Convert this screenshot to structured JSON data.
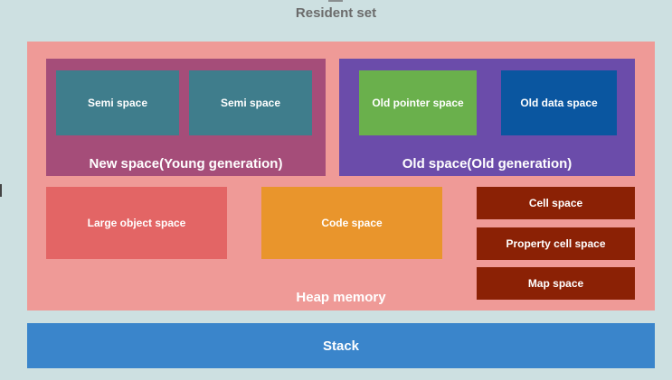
{
  "resident_set": {
    "label": "Resident set"
  },
  "heap": {
    "label": "Heap memory",
    "new_space": {
      "label": "New space(Young generation)",
      "semi_spaces": [
        "Semi space",
        "Semi space"
      ]
    },
    "old_space": {
      "label": "Old space(Old generation)",
      "old_pointer": "Old pointer space",
      "old_data": "Old data space"
    },
    "large_object": "Large object space",
    "code_space": "Code space",
    "cell_space": "Cell space",
    "property_cell_space": "Property cell space",
    "map_space": "Map space"
  },
  "stack": {
    "label": "Stack"
  },
  "colors": {
    "background": "#cde0e1",
    "heap": "#ef9a97",
    "new_space": "#a54d79",
    "old_space": "#6b4caa",
    "semi_space": "#3f7d8c",
    "old_pointer_space": "#6ab04c",
    "old_data_space": "#0a56a0",
    "large_object_space": "#e36565",
    "code_space": "#e9952c",
    "cell_spaces": "#8b2105",
    "stack": "#3a85cb"
  }
}
